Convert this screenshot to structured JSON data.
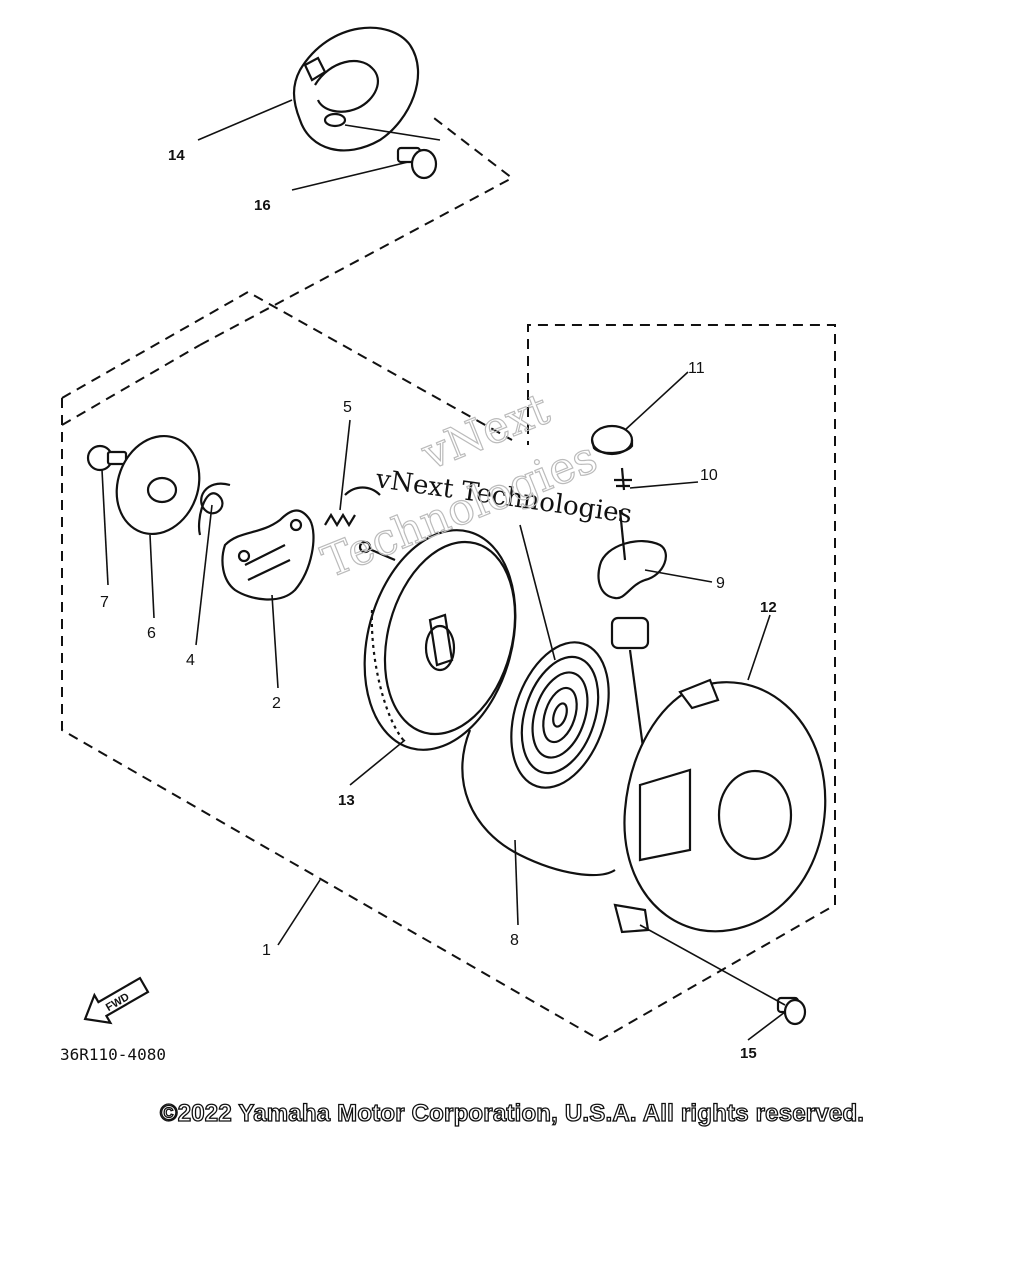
{
  "diagram": {
    "callouts": [
      {
        "id": "c1",
        "text": "1"
      },
      {
        "id": "c2",
        "text": "2"
      },
      {
        "id": "c4",
        "text": "4"
      },
      {
        "id": "c5",
        "text": "5"
      },
      {
        "id": "c6",
        "text": "6"
      },
      {
        "id": "c7",
        "text": "7"
      },
      {
        "id": "c8",
        "text": "8"
      },
      {
        "id": "c9",
        "text": "9"
      },
      {
        "id": "c10",
        "text": "10"
      },
      {
        "id": "c11",
        "text": "11"
      },
      {
        "id": "c12",
        "text": "12"
      },
      {
        "id": "c13",
        "text": "13"
      },
      {
        "id": "c14",
        "text": "14"
      },
      {
        "id": "c15",
        "text": "15"
      },
      {
        "id": "c16",
        "text": "16"
      }
    ],
    "fwd_label": "FWD",
    "drawing_code": "36R110-4080",
    "watermark": {
      "line1": "vNext Technologies",
      "line2a": "vNext",
      "line2b": "Technologies"
    }
  },
  "copyright": "©2022 Yamaha Motor Corporation, U.S.A. All rights reserved."
}
